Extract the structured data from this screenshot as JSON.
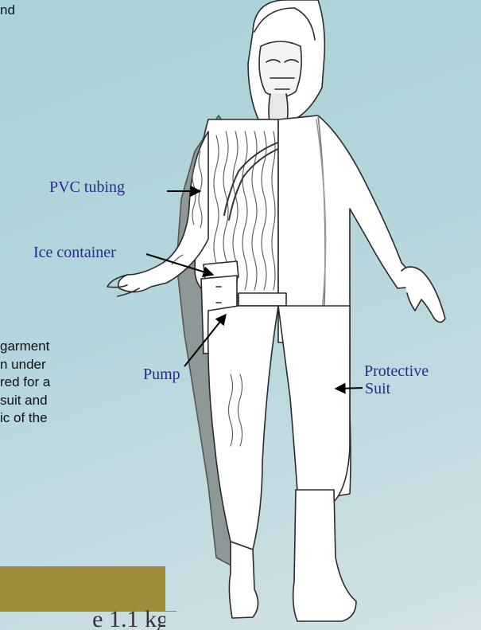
{
  "text_fragments": {
    "top": "nd",
    "body_lines": [
      "garment",
      "n under",
      "red for a",
      "suit and",
      "ic of the"
    ],
    "bottom": "e 1.1 kg"
  },
  "labels": {
    "pvc_tubing": "PVC tubing",
    "ice_container": "Ice container",
    "pump": "Pump",
    "protective_line1": "Protective",
    "protective_line2": "Suit"
  },
  "colors": {
    "label_text": "#2b2a90",
    "band": "#9e8c3a",
    "divider": "#3aa6b6",
    "background": "#b4d6dc"
  }
}
